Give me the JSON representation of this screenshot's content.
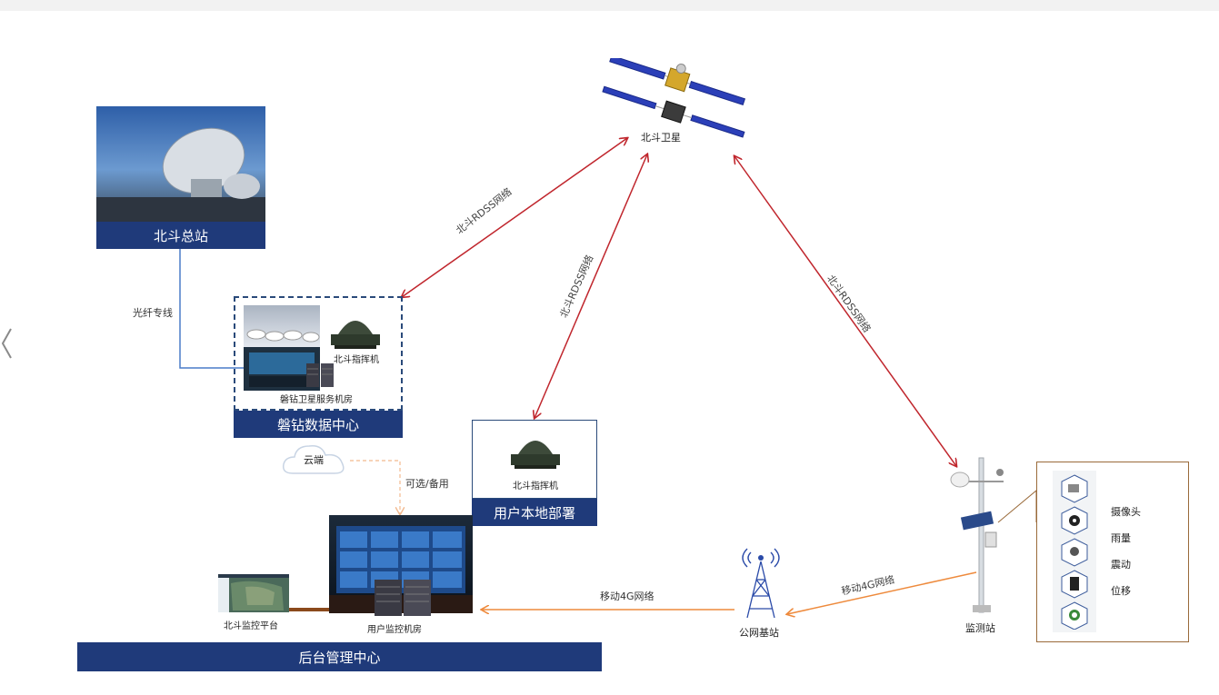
{
  "satellite": {
    "label": "北斗卫星"
  },
  "ground_station": {
    "label": "北斗总站"
  },
  "fiber_link": {
    "label": "光纤专线"
  },
  "data_center": {
    "label": "磐钻数据中心",
    "commander_label": "北斗指挥机",
    "server_room_label": "磐钻卫星服务机房"
  },
  "cloud": {
    "label": "云端"
  },
  "optional_link": {
    "label": "可选/备用"
  },
  "local_deployment": {
    "label": "用户本地部署",
    "commander_label": "北斗指挥机"
  },
  "backend": {
    "label": "后台管理中心",
    "monitor_platform_label": "北斗监控平台",
    "server_room_label": "用户监控机房"
  },
  "base_station": {
    "label": "公网基站"
  },
  "monitor_station": {
    "label": "监测站"
  },
  "network_labels": {
    "rdss_left": "北斗RDSS网络",
    "rdss_middle": "北斗RDSS网络",
    "rdss_right": "北斗RDSS网络",
    "mobile_upper": "移动4G网络",
    "mobile_lower": "移动4G网络"
  },
  "sensors": [
    {
      "name": "摄像头",
      "icon": "camera-icon"
    },
    {
      "name": "雨量",
      "icon": "rain-gauge-icon"
    },
    {
      "name": "震动",
      "icon": "vibration-icon"
    },
    {
      "name": "位移",
      "icon": "displacement-icon"
    }
  ],
  "colors": {
    "rdss_arrow": "#c0262d",
    "mobile_arrow": "#ee8a3c",
    "fiber_line": "#4a7cc9",
    "title_bar": "#1f3a7a"
  }
}
